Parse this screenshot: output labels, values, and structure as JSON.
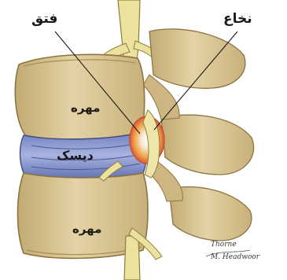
{
  "labels": {
    "hernia": "فتق",
    "spinal_cord": "نخاع",
    "vertebra_top": "مهره",
    "disc": "دیسک",
    "vertebra_bottom": "مهره"
  },
  "signature": {
    "line1": "Thorne",
    "line2": "M. Headwoor"
  },
  "colors": {
    "bone": "#dcc796",
    "bone_dark": "#b59c63",
    "disc": "#8e9cd0",
    "nerve": "#efe8a6",
    "hernia_glow": "#f2a23a"
  }
}
